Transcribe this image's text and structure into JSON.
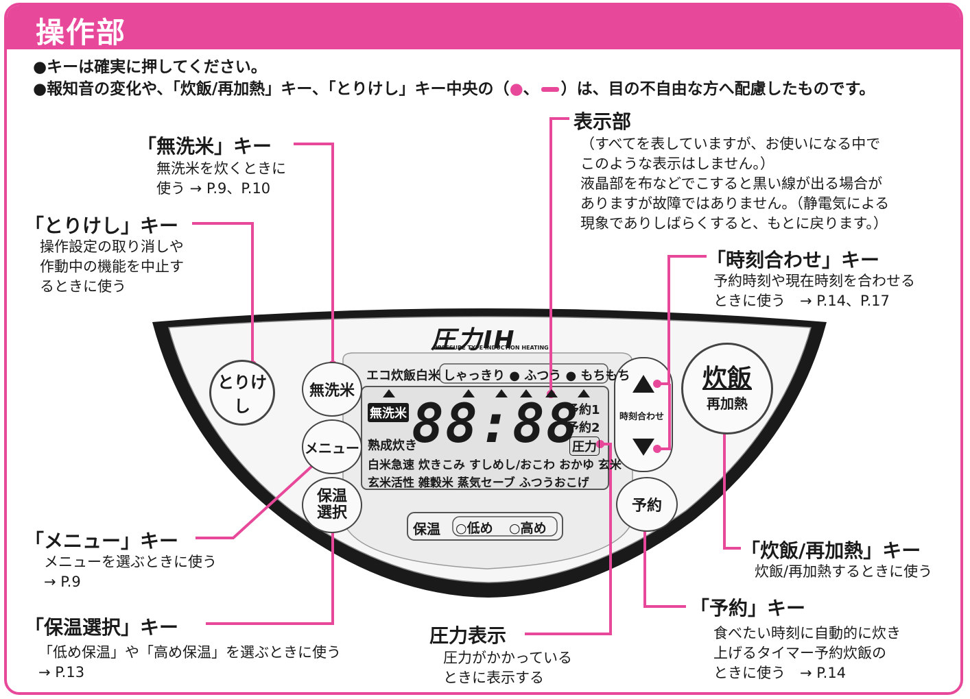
{
  "header": {
    "title": "操作部"
  },
  "notes": {
    "line1": "●キーは確実に押してください。",
    "line2_a": "●報知音の変化や、「炊飯/再加熱」キー、「とりけし」キー中央の（",
    "line2_dot": "●",
    "line2_b": "、",
    "line2_c": "）は、目の不自由な方へ配慮したものです。"
  },
  "callouts": {
    "musenmai": {
      "title": "「無洗米」キー",
      "desc": "無洗米を炊くときに\n使う → P.9、P.10"
    },
    "torikeshi": {
      "title": "「とりけし」キー",
      "desc": "操作設定の取り消しや\n作動中の機能を中止す\nるときに使う"
    },
    "display": {
      "title": "表示部",
      "desc": "（すべてを表していますが、お使いになる中で\nこのような表示はしません。）\n液晶部を布などでこすると黒い線が出る場合が\nありますが故障ではありません。（静電気による\n現象でありしばらくすると、もとに戻ります。）"
    },
    "clock": {
      "title": "「時刻合わせ」キー",
      "desc": "予約時刻や現在時刻を合わせる\nときに使う　→ P.14、P.17"
    },
    "menu": {
      "title": "「メニュー」キー",
      "desc": "メニューを選ぶときに使う\n→ P.9"
    },
    "hoon": {
      "title": "「保温選択」キー",
      "desc": "「低め保温」や「高め保温」を選ぶときに使う\n→ P.13"
    },
    "pressure": {
      "title": "圧力表示",
      "desc": "圧力がかかっている\nときに表示する"
    },
    "cook": {
      "title": "「炊飯/再加熱」キー",
      "desc": "炊飯/再加熱するときに使う"
    },
    "yoyaku": {
      "title": "「予約」キー",
      "desc": "食べたい時刻に自動的に炊き\n上げるタイマー予約炊飯の\nときに使う　→ P.14"
    }
  },
  "panel": {
    "logo": "圧力IH",
    "logo_sub": "PRESSURE TYPE INDUCTION HEATING",
    "keys": {
      "torikeshi": "とりけし",
      "musenmai": "無洗米",
      "menu": "メニュー",
      "hoon": "保温\n選択",
      "clock": "時刻合わせ",
      "cook_main": "炊飯",
      "cook_sub": "再加熱",
      "yoyaku": "予約"
    },
    "lcd": {
      "eco": "エコ炊飯",
      "hakumai": "白米",
      "texture": "しゃっきり ● ふつう ● もちもち",
      "musenmai": "無洗米",
      "jukusei": "熟成炊き",
      "digits": "88:88",
      "yoyaku1": "予約1",
      "yoyaku2": "予約2",
      "atsuryoku": "圧力",
      "menu_row1": "白米急速 炊きこみ すしめし/おこわ おかゆ 玄米",
      "menu_row2": "玄米活性 雑穀米 蒸気セーブ ふつうおこげ",
      "hoon_label": "保温",
      "low": "○低め",
      "high": "○高め"
    }
  },
  "colors": {
    "accent": "#e8489a",
    "dark": "#1a1a1a"
  }
}
